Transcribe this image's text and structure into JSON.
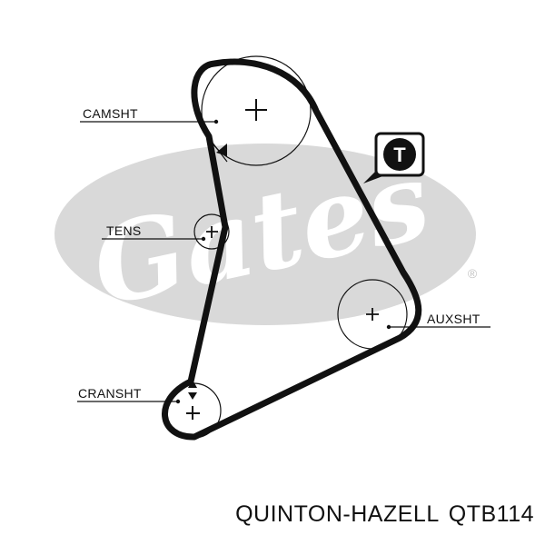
{
  "diagram": {
    "watermark": {
      "brand": "Gates",
      "registered_mark": "®",
      "color": "#d9d9d9"
    },
    "pulleys": {
      "camshaft": {
        "label": "CAMSHT"
      },
      "tensioner": {
        "label": "TENS"
      },
      "auxiliary": {
        "label": "AUXSHT"
      },
      "crankshaft": {
        "label": "CRANSHT"
      }
    },
    "tensioner_badge": {
      "letter": "T"
    },
    "belt_color": "#111111"
  },
  "caption": {
    "brand": "QUINTON-HAZELL",
    "part_number": "QTB114"
  }
}
